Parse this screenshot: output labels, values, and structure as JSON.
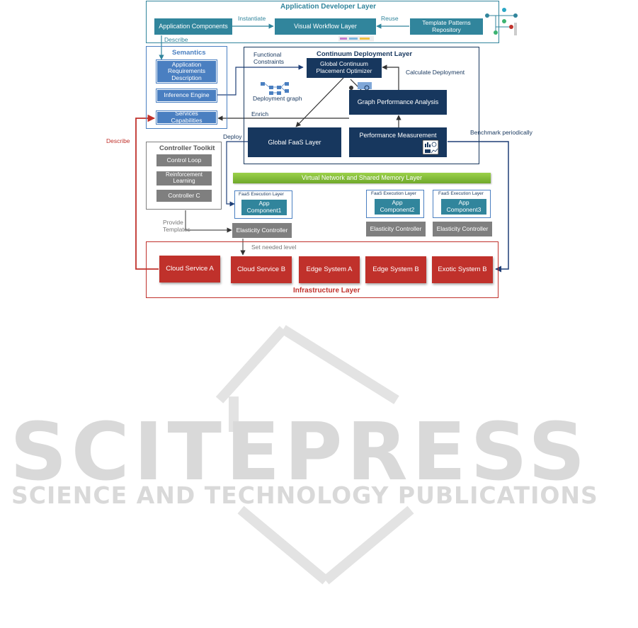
{
  "layers": {
    "app_dev": "Application  Developer Layer",
    "semantics": "Semantics",
    "continuum": "Continuum  Deployment Layer",
    "controller_toolkit": "Controller Toolkit",
    "vnet": "Virtual Network and Shared Memory Layer",
    "infrastructure": "Infrastructure Layer"
  },
  "nodes": {
    "app_components": "Application Components",
    "visual_workflow": "Visual Workflow Layer",
    "template_patterns": "Template Patterns Repository",
    "app_requirements": "Application Requirements Description",
    "inference_engine": "Inference Engine",
    "services_capabilities": "Services Capabilities",
    "global_optimizer": "Global Continuum Placement Optimizer",
    "graph_perf": "Graph Performance Analysis",
    "global_faas": "Global FaaS Layer",
    "perf_measurement": "Performance Measurement",
    "control_loop": "Control Loop",
    "reinforcement": "Reinforcement Learning",
    "controller_c": "Controller C",
    "faas_exec": "FaaS Execution Layer",
    "app_comp1": "App Component1",
    "app_comp2": "App Component2",
    "app_comp3": "App Component3",
    "elasticity": "Elasticity Controller",
    "cloud_a": "Cloud Service A",
    "cloud_b": "Cloud Service B",
    "edge_a": "Edge System A",
    "edge_b": "Edge System B",
    "exotic_b": "Exotic System B",
    "deployment_graph": "Deployment graph"
  },
  "edge_labels": {
    "instantiate": "Instantiate",
    "reuse": "Reuse",
    "describe_top": "Describe",
    "functional": "Functional Constraints",
    "calculate": "Calculate Deployment",
    "enrich": "Enrich",
    "deploy": "Deploy",
    "benchmark": "Benchmark periodically",
    "describe_left": "Describe",
    "provide": "Provide Templates",
    "set_level": "Set needed level"
  },
  "watermark": {
    "big": "SCITEPRESS",
    "small": "SCIENCE AND TECHNOLOGY PUBLICATIONS"
  },
  "colors": {
    "teal": "#31859c",
    "blue": "#4a7fc1",
    "navy": "#17375e",
    "gray": "#7f7f7f",
    "red": "#c0312b",
    "green": "#7ebf34",
    "watermark": "#d9d9d9"
  }
}
